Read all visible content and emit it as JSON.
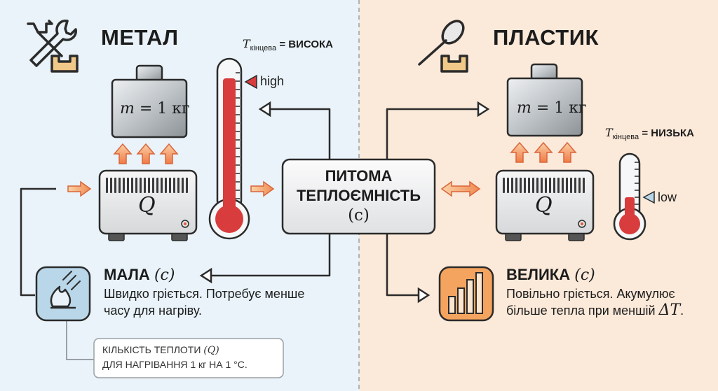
{
  "left": {
    "title": "МЕТАЛ",
    "temp_prefix": "T",
    "temp_sub": "кінцева",
    "temp_value": "= ВИСОКА",
    "mass_var": "m",
    "mass_value": "= 1 кг",
    "heat_label": "Q",
    "level_label": "high",
    "result_heading": "МАЛА",
    "result_symbol": "(c)",
    "result_text": "Швидко гріється. Потребує менше часу для нагріву.",
    "note_line1_prefix": "КІЛЬКІСТЬ ТЕПЛОТИ",
    "note_line1_symbol": "(Q)",
    "note_line2": "ДЛЯ НАГРІВАННЯ 1 кг НА 1 °C."
  },
  "center": {
    "line1": "ПИТОМА",
    "line2": "ТЕПЛОЄМНІСТЬ",
    "symbol": "(c)"
  },
  "right": {
    "title": "ПЛАСТИК",
    "temp_prefix": "T",
    "temp_sub": "кінцева",
    "temp_value": "= НИЗЬКА",
    "mass_var": "m",
    "mass_value": "= 1 кг",
    "heat_label": "Q",
    "level_label": "low",
    "result_heading": "ВЕЛИКА",
    "result_symbol": "(c)",
    "result_text_1": "Повільно гріється. Акумулює більше тепла при меншій",
    "result_delta": "ΔT",
    "result_text_2": "."
  },
  "colors": {
    "left_bg": "#e9f3f9",
    "right_bg": "#fbe9d9",
    "mercury": "#d83c3c",
    "arrow_fill": "#f4a36b",
    "arrow_stroke": "#d9653a",
    "icon_blue": "#b9d7e9",
    "icon_orange": "#f4a45e",
    "box_tan": "#f0c888"
  }
}
